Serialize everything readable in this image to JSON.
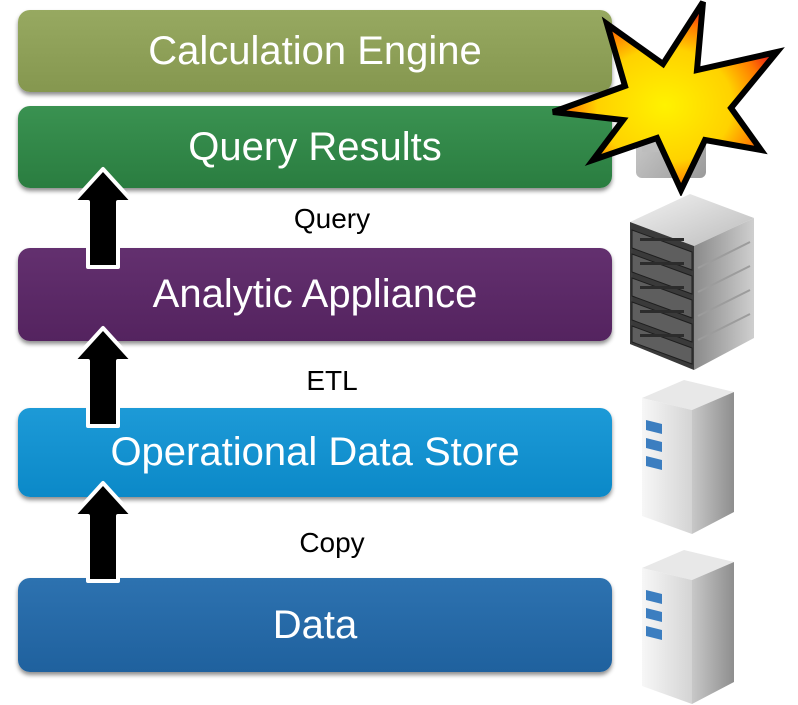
{
  "layers": {
    "calculation_engine": "Calculation Engine",
    "query_results": "Query Results",
    "analytic_appliance": "Analytic Appliance",
    "operational_data_store": "Operational Data Store",
    "data": "Data"
  },
  "connectors": {
    "query": "Query",
    "etl": "ETL",
    "copy": "Copy"
  },
  "icons": {
    "arrows": "up-arrow-icon",
    "explosion": "starburst-icon",
    "rack_server": "rack-server-icon",
    "tower_server": "tower-server-icon"
  },
  "colors": {
    "calculation_engine": "#8ea058",
    "query_results": "#328849",
    "analytic_appliance": "#5b2967",
    "operational_data_store": "#1492d0",
    "data": "#2669a8",
    "starburst_fill": "#ffe600",
    "starburst_edge": "#e8101a"
  }
}
